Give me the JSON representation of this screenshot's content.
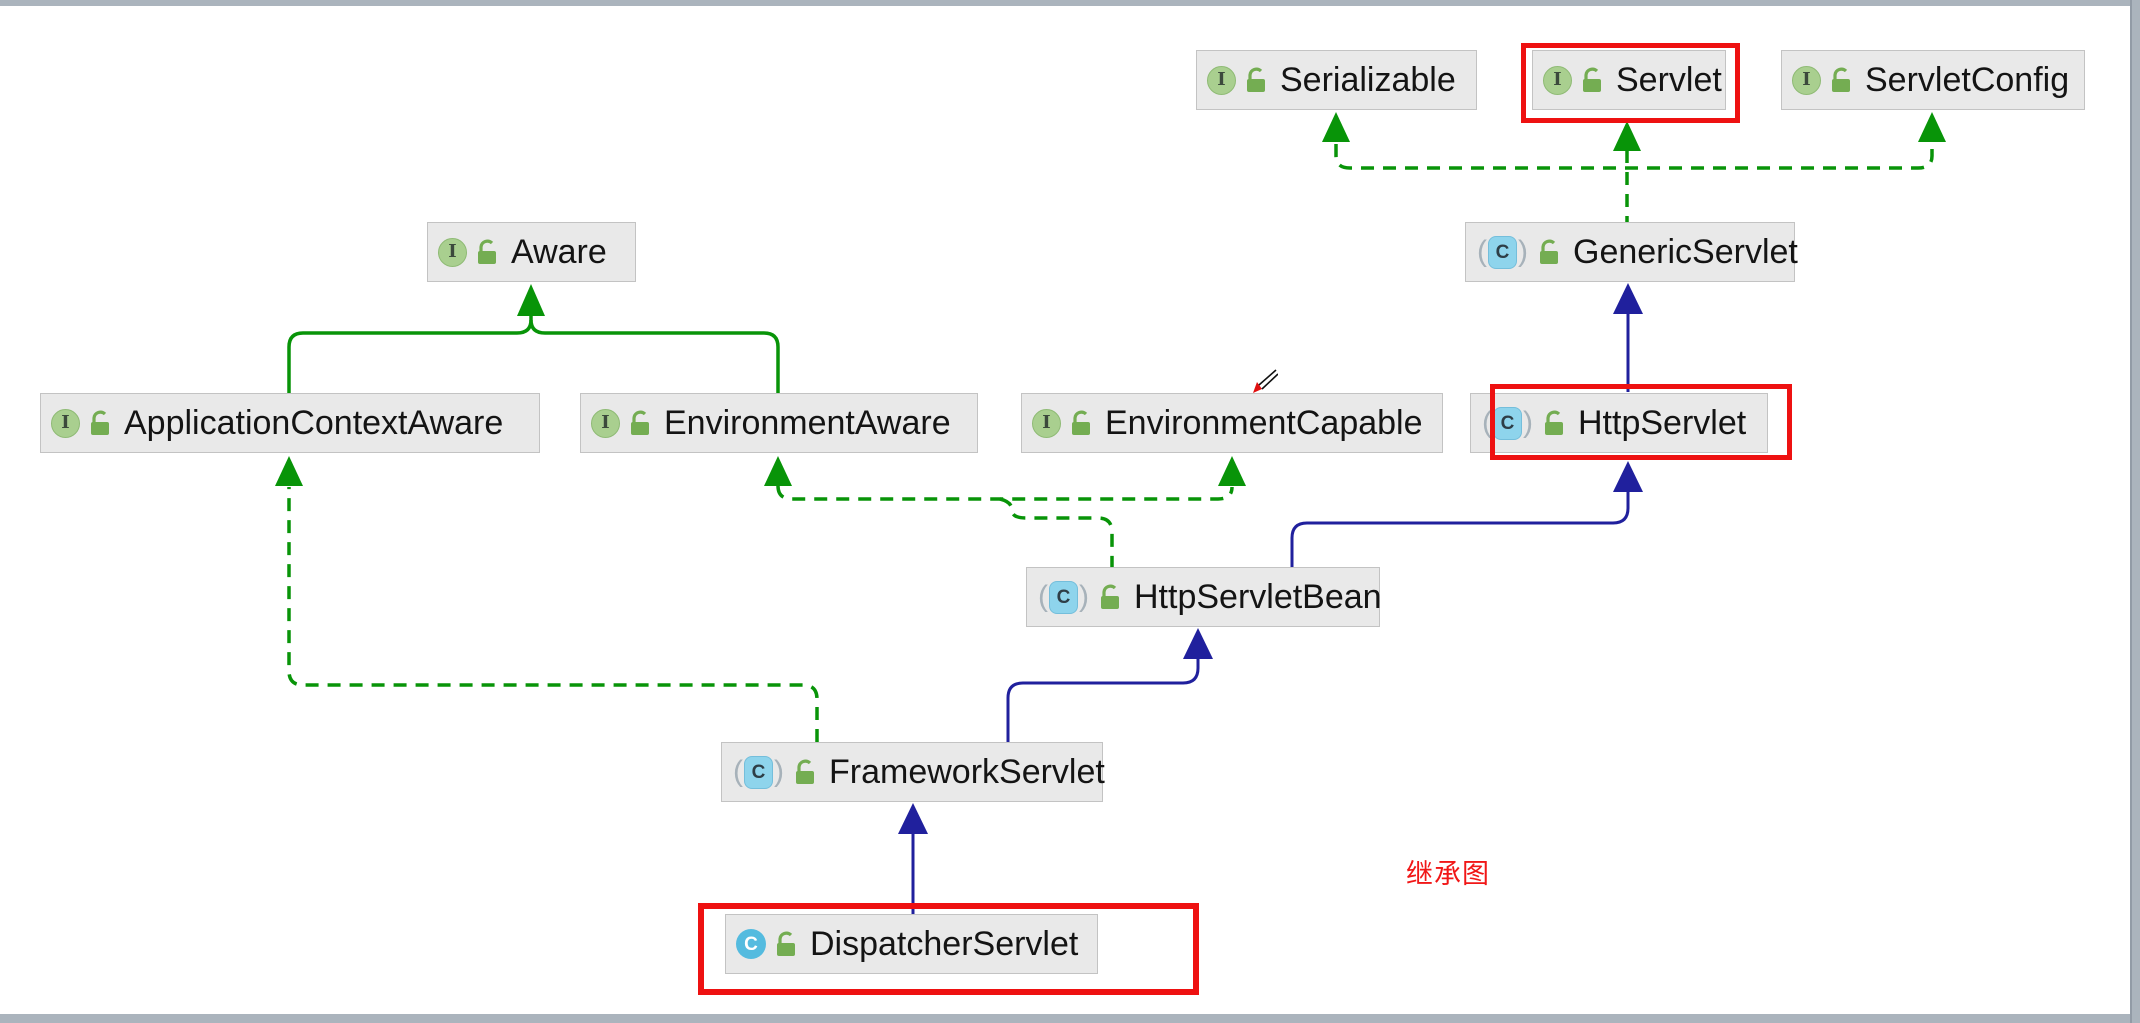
{
  "diagram": {
    "kind": "uml-inheritance-diagram",
    "annotation": {
      "text": "继承图"
    }
  },
  "icons": {
    "interface_letter": "I",
    "class_letter": "C",
    "abstract_paren_open": "(",
    "abstract_paren_close": ")",
    "lock_icon_meaning": "public-open-lock"
  },
  "colors": {
    "background": "#ffffff",
    "frame_bar": "#abb4bd",
    "node_bg": "#e9e9e9",
    "node_border": "#c3c3c3",
    "label_text": "#141414",
    "interface_edge_green": "#089408",
    "class_edge_navy": "#20209d",
    "highlight_red": "#ee1111",
    "annotation_red": "#f11717",
    "interface_icon_green": "#a9cf8f",
    "class_icon_blue": "#8ed4ec",
    "lock_green": "#74ad52"
  },
  "nodes": [
    {
      "id": "serializable",
      "label": "Serializable",
      "kind": "interface",
      "highlighted": false
    },
    {
      "id": "servlet",
      "label": "Servlet",
      "kind": "interface",
      "highlighted": true
    },
    {
      "id": "servletconfig",
      "label": "ServletConfig",
      "kind": "interface",
      "highlighted": false
    },
    {
      "id": "aware",
      "label": "Aware",
      "kind": "interface",
      "highlighted": false
    },
    {
      "id": "genericservlet",
      "label": "GenericServlet",
      "kind": "abstract-class",
      "highlighted": false
    },
    {
      "id": "applicationcontextaware",
      "label": "ApplicationContextAware",
      "kind": "interface",
      "highlighted": false
    },
    {
      "id": "environmentaware",
      "label": "EnvironmentAware",
      "kind": "interface",
      "highlighted": false
    },
    {
      "id": "environmentcapable",
      "label": "EnvironmentCapable",
      "kind": "interface",
      "highlighted": false
    },
    {
      "id": "httpservlet",
      "label": "HttpServlet",
      "kind": "abstract-class",
      "highlighted": true
    },
    {
      "id": "httpservletbean",
      "label": "HttpServletBean",
      "kind": "abstract-class",
      "highlighted": false
    },
    {
      "id": "frameworkservlet",
      "label": "FrameworkServlet",
      "kind": "abstract-class",
      "highlighted": false
    },
    {
      "id": "dispatcherservlet",
      "label": "DispatcherServlet",
      "kind": "class",
      "highlighted": true
    }
  ],
  "edges": [
    {
      "from": "applicationcontextaware",
      "to": "aware",
      "type": "extends-interface",
      "style": "solid-green"
    },
    {
      "from": "environmentaware",
      "to": "aware",
      "type": "extends-interface",
      "style": "solid-green"
    },
    {
      "from": "genericservlet",
      "to": "serializable",
      "type": "implements",
      "style": "dashed-green"
    },
    {
      "from": "genericservlet",
      "to": "servlet",
      "type": "implements",
      "style": "dashed-green"
    },
    {
      "from": "genericservlet",
      "to": "servletconfig",
      "type": "implements",
      "style": "dashed-green"
    },
    {
      "from": "httpservlet",
      "to": "genericservlet",
      "type": "extends",
      "style": "solid-navy"
    },
    {
      "from": "httpservletbean",
      "to": "httpservlet",
      "type": "extends",
      "style": "solid-navy"
    },
    {
      "from": "httpservletbean",
      "to": "environmentaware",
      "type": "implements",
      "style": "dashed-green"
    },
    {
      "from": "httpservletbean",
      "to": "environmentcapable",
      "type": "implements",
      "style": "dashed-green"
    },
    {
      "from": "frameworkservlet",
      "to": "httpservletbean",
      "type": "extends",
      "style": "solid-navy"
    },
    {
      "from": "frameworkservlet",
      "to": "applicationcontextaware",
      "type": "implements",
      "style": "dashed-green"
    },
    {
      "from": "dispatcherservlet",
      "to": "frameworkservlet",
      "type": "extends",
      "style": "solid-navy"
    }
  ]
}
